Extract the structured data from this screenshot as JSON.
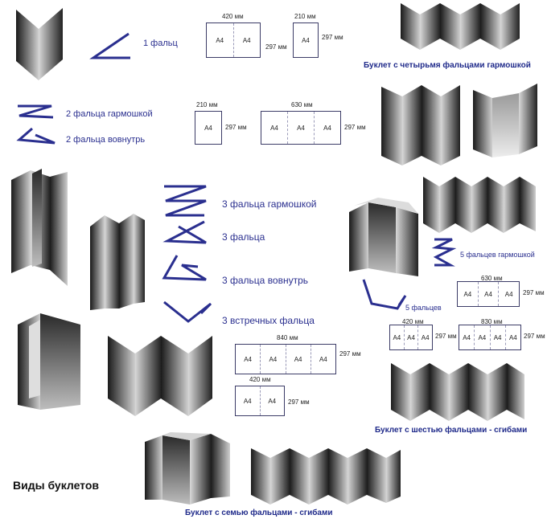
{
  "title": "Виды буклетов",
  "units": {
    "mm": "мм",
    "a4": "A4"
  },
  "labels": {
    "fold1": "1 фальц",
    "fold2_acc": "2 фальца гармошкой",
    "fold2_in": "2 фальца вовнутрь",
    "fold3_acc": "3 фальца гармошкой",
    "fold3": "3 фальца",
    "fold3_in": "3 фальца вовнутрь",
    "fold3_meet": "3 встречных фальца",
    "fold5_acc": "5 фальцев гармошкой",
    "fold5": "5 фальцев"
  },
  "captions": {
    "four_folds": "Буклет с четырьмя фальцами гармошкой",
    "six_folds": "Буклет с шестью фальцами - сгибами",
    "seven_folds": "Буклет с семью фальцами - сгибами"
  },
  "sheets": [
    {
      "id": "s420a",
      "width": "420 мм",
      "height": "297 мм",
      "panels": [
        "A4",
        "A4"
      ]
    },
    {
      "id": "s210a",
      "width": "210 мм",
      "height": "297 мм",
      "panels": [
        "A4"
      ]
    },
    {
      "id": "s210b",
      "width": "210 мм",
      "height": "297 мм",
      "panels": [
        "A4"
      ]
    },
    {
      "id": "s630a",
      "width": "630 мм",
      "height": "297 мм",
      "panels": [
        "A4",
        "A4",
        "A4"
      ]
    },
    {
      "id": "s840",
      "width": "840 мм",
      "height": "297 мм",
      "panels": [
        "A4",
        "A4",
        "A4",
        "A4"
      ]
    },
    {
      "id": "s420b",
      "width": "420 мм",
      "height": "297 мм",
      "panels": [
        "A4",
        "A4"
      ]
    },
    {
      "id": "s630b",
      "width": "630 мм",
      "height": "297 мм",
      "panels": [
        "A4",
        "A4",
        "A4"
      ]
    },
    {
      "id": "s420c",
      "width": "420 мм",
      "height": "297 мм",
      "panels": [
        "A4",
        "A4",
        "A4"
      ]
    },
    {
      "id": "s830",
      "width": "830 мм",
      "height": "297 мм",
      "panels": [
        "A4",
        "A4",
        "A4",
        "A4"
      ]
    }
  ],
  "colors": {
    "fold_line": "#2a2f8f",
    "sheet_border": "#3b3b66"
  }
}
